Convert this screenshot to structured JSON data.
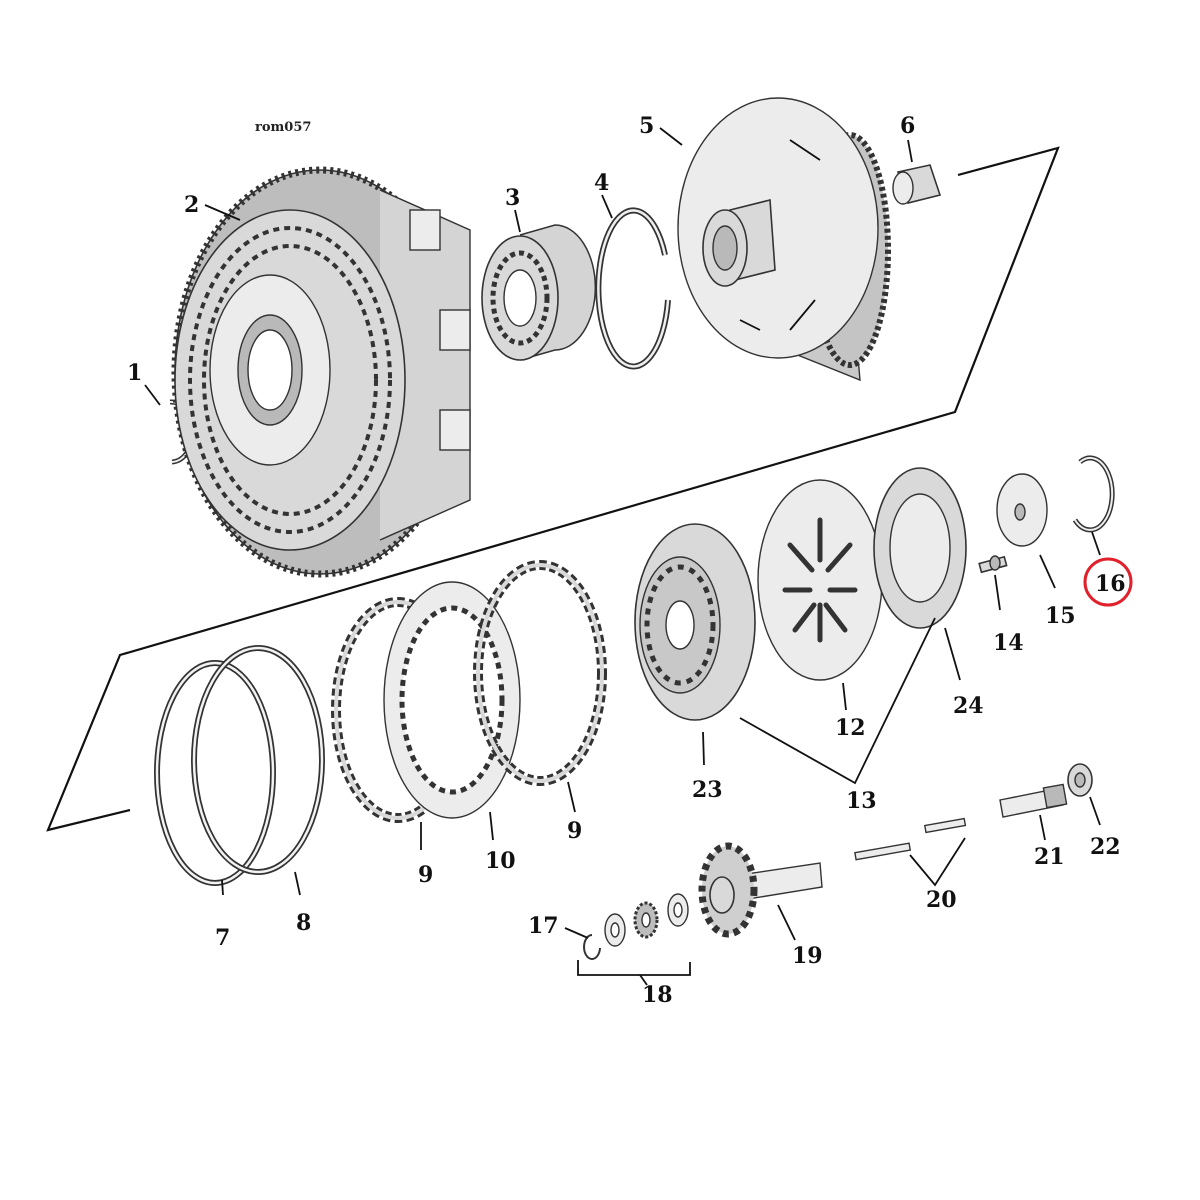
{
  "diagram": {
    "code": "rom057",
    "highlight_color": "#e0202a",
    "highlighted_label": "16",
    "callouts": [
      {
        "id": "1",
        "label": "1"
      },
      {
        "id": "2",
        "label": "2"
      },
      {
        "id": "3",
        "label": "3"
      },
      {
        "id": "4",
        "label": "4"
      },
      {
        "id": "5",
        "label": "5"
      },
      {
        "id": "6",
        "label": "6"
      },
      {
        "id": "7",
        "label": "7"
      },
      {
        "id": "8",
        "label": "8"
      },
      {
        "id": "9a",
        "label": "9"
      },
      {
        "id": "9b",
        "label": "9"
      },
      {
        "id": "10",
        "label": "10"
      },
      {
        "id": "12",
        "label": "12"
      },
      {
        "id": "13",
        "label": "13"
      },
      {
        "id": "14",
        "label": "14"
      },
      {
        "id": "15",
        "label": "15"
      },
      {
        "id": "16",
        "label": "16"
      },
      {
        "id": "17",
        "label": "17"
      },
      {
        "id": "18",
        "label": "18"
      },
      {
        "id": "19",
        "label": "19"
      },
      {
        "id": "20",
        "label": "20"
      },
      {
        "id": "21",
        "label": "21"
      },
      {
        "id": "22",
        "label": "22"
      },
      {
        "id": "23",
        "label": "23"
      },
      {
        "id": "24",
        "label": "24"
      }
    ]
  }
}
